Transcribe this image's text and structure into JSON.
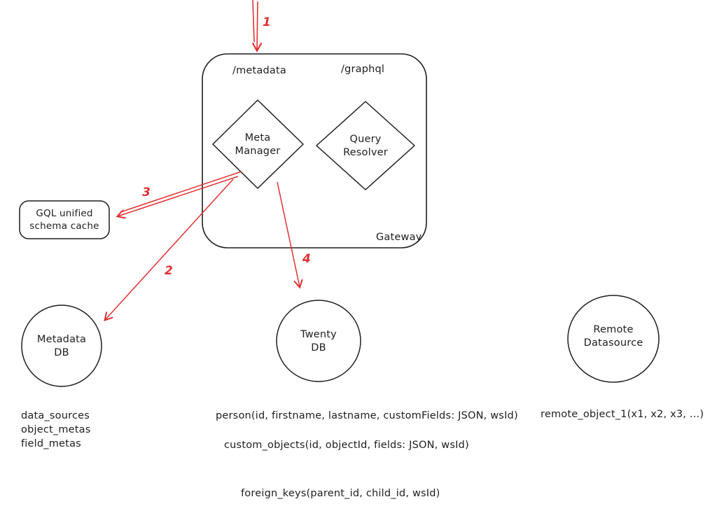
{
  "colors": {
    "stroke": "#1e1e1e",
    "arrow": "#e03131"
  },
  "gateway": {
    "label": "Gateway",
    "endpoint_metadata": "/metadata",
    "endpoint_graphql": "/graphql",
    "meta_manager": "Meta\nManager",
    "query_resolver": "Query\nResolver"
  },
  "cache": {
    "label": "GQL unified\nschema cache"
  },
  "databases": {
    "metadata_db": "Metadata\nDB",
    "twenty_db": "Twenty\nDB",
    "remote_datasource": "Remote\nDatasource"
  },
  "steps": {
    "one": "1",
    "two": "2",
    "three": "3",
    "four": "4"
  },
  "tables": {
    "metadata_db_tables": "data_sources\nobject_metas\nfield_metas",
    "person": "person(id, firstname, lastname, customFields: JSON, wsId)",
    "custom_objects": "custom_objects(id, objectId, fields: JSON, wsId)",
    "remote_object": "remote_object_1(x1, x2, x3, ...)",
    "foreign_keys": "foreign_keys(parent_id, child_id, wsId)"
  }
}
